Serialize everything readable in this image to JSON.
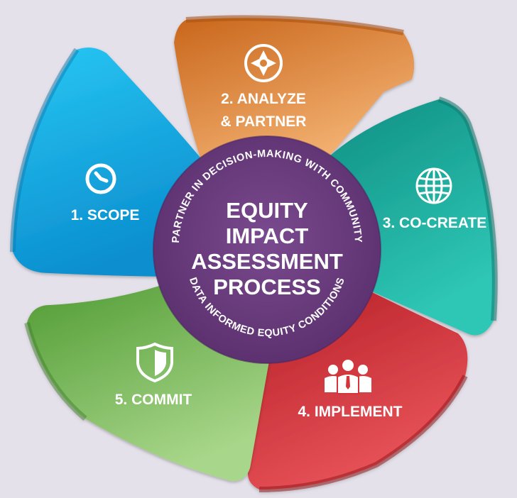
{
  "center": {
    "title_lines": [
      "EQUITY",
      "IMPACT",
      "ASSESSMENT",
      "PROCESS"
    ],
    "top_arc_text": "PARTNER IN DECISION-MAKING WITH COMMUNITY",
    "bottom_arc_text": "DATA INFORMED EQUITY CONDITIONS",
    "color": "#6a3c7c"
  },
  "steps": [
    {
      "label_lines": [
        "1. SCOPE"
      ],
      "icon": "clock-icon",
      "color": "#1aaee3"
    },
    {
      "label_lines": [
        "2. ANALYZE",
        "& PARTNER"
      ],
      "icon": "compass-icon",
      "color": "#d9823a"
    },
    {
      "label_lines": [
        "3. CO-CREATE"
      ],
      "icon": "globe-icon",
      "color": "#1fb0a0"
    },
    {
      "label_lines": [
        "4. IMPLEMENT"
      ],
      "icon": "people-icon",
      "color": "#d5343a"
    },
    {
      "label_lines": [
        "5. COMMIT"
      ],
      "icon": "shield-icon",
      "color": "#6cae48"
    }
  ]
}
